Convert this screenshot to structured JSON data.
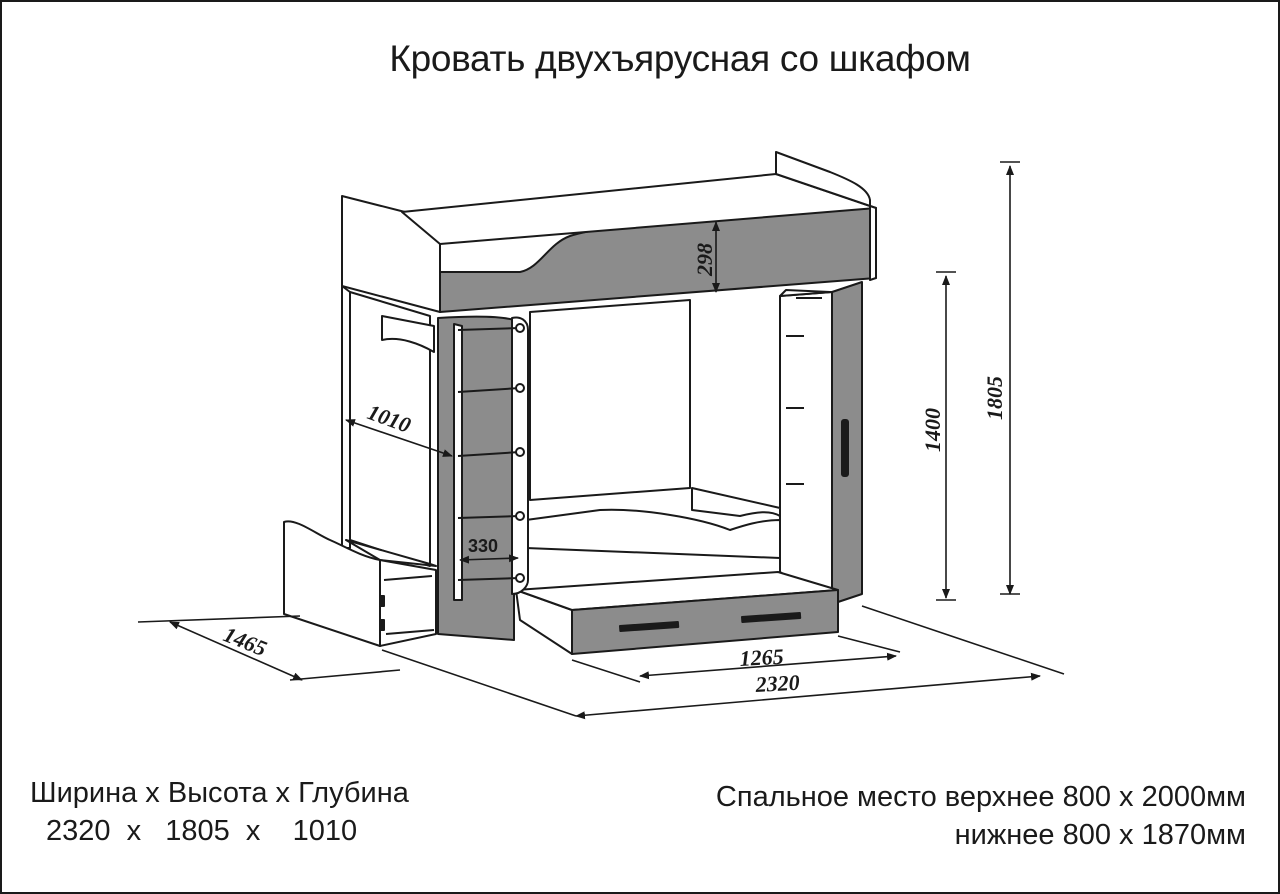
{
  "title": "Кровать двухъярусная со шкафом",
  "dimensions": {
    "height_total": "1805",
    "height_lower": "1400",
    "side_height": "298",
    "depth": "1010",
    "ladder_width": "330",
    "depth_bottom": "1465",
    "drawer_width": "1265",
    "total_width": "2320"
  },
  "captions": {
    "sizes_label": "Ширина х Высота х Глубина",
    "sizes_values": "2320  х   1805  х    1010",
    "berth_upper": "Спальное место верхнее 800 х 2000мм",
    "berth_lower": "нижнее 800 х 1870мм"
  },
  "colors": {
    "panel_fill": "#8c8c8c",
    "line": "#1a1a1a"
  }
}
